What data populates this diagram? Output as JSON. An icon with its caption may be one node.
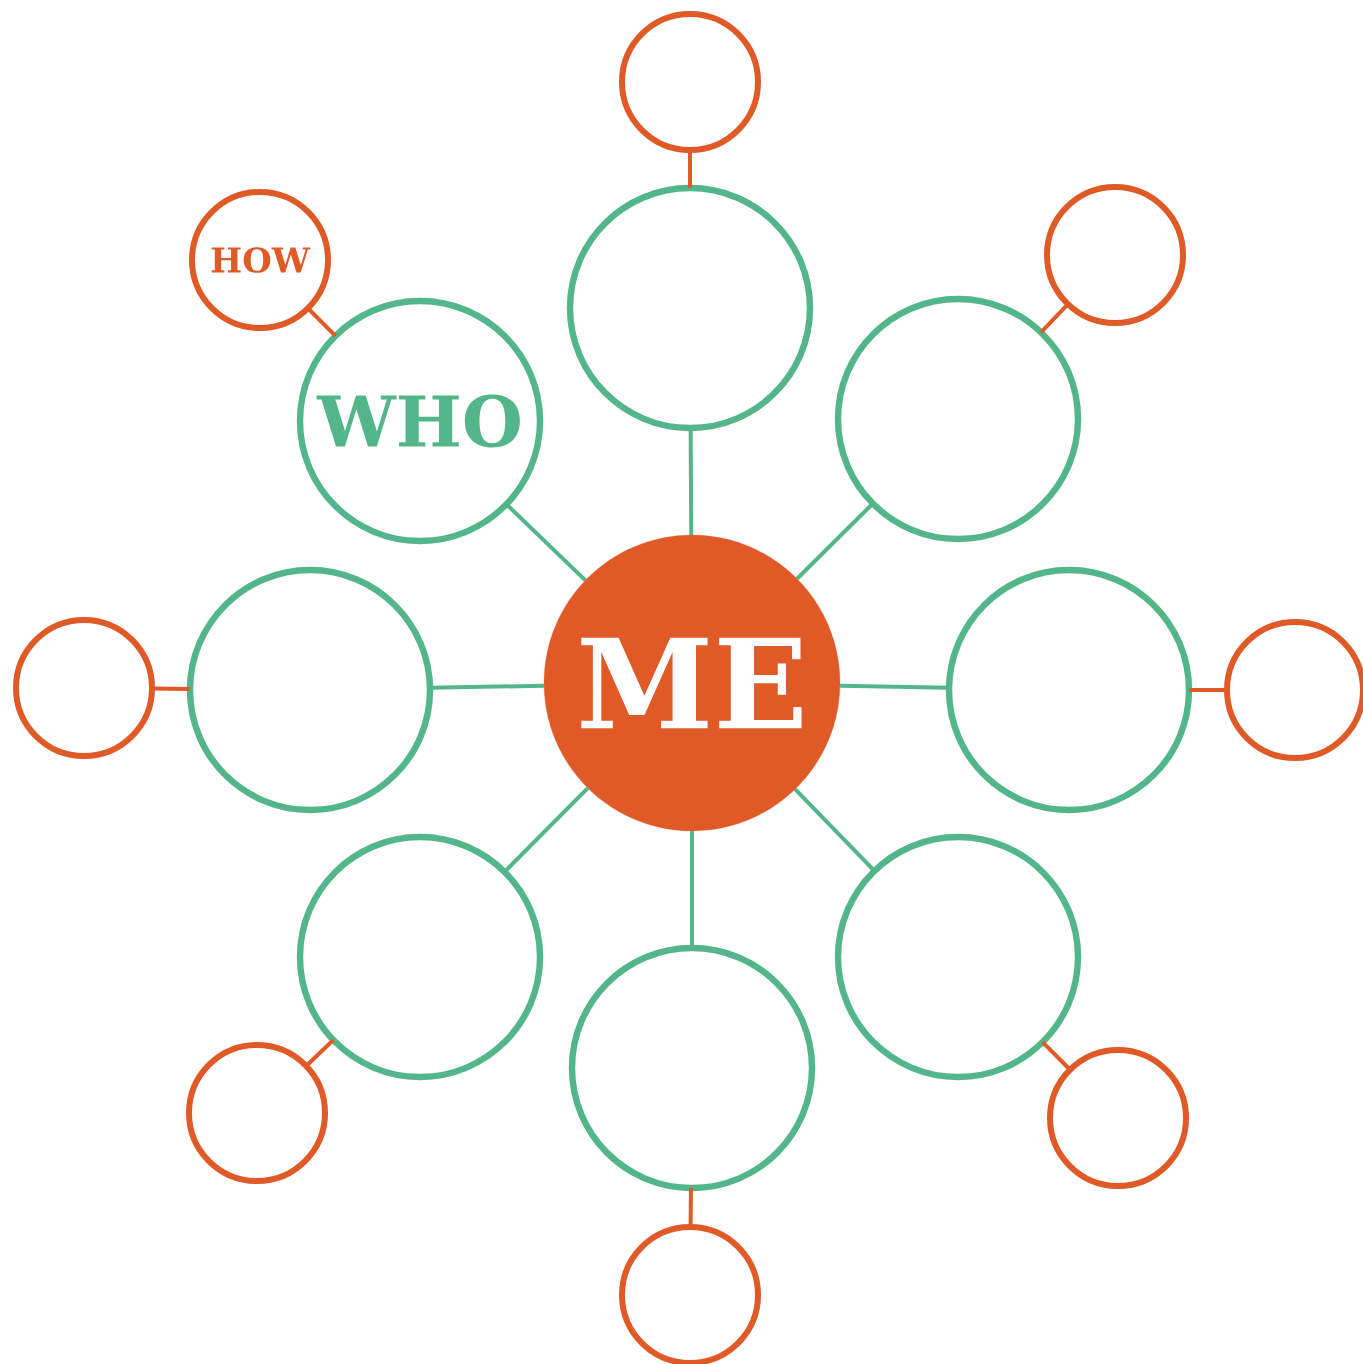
{
  "diagram": {
    "nodes": [
      {
        "text": [],
        "shape": "circle"
      },
      {
        "text": [
          "HOW"
        ]
      },
      {
        "text": [],
        "shape": "circle"
      },
      {
        "text": [],
        "shape": "circle"
      },
      {
        "text": [
          "WHO"
        ]
      },
      {
        "text": [],
        "shape": "circle"
      },
      {
        "text": [],
        "shape": "circle"
      },
      {
        "text": [],
        "shape": "circle"
      },
      {
        "text": [
          "ME"
        ]
      },
      {
        "text": [],
        "shape": "circle"
      },
      {
        "text": [],
        "shape": "circle"
      },
      {
        "text": [],
        "shape": "circle"
      },
      {
        "text": [],
        "shape": "circle"
      },
      {
        "text": [],
        "shape": "circle"
      },
      {
        "text": [],
        "shape": "circle"
      },
      {
        "text": [],
        "shape": "circle"
      },
      {
        "text": [],
        "shape": "circle"
      }
    ],
    "edges": [
      {
        "from": 8,
        "to": 3,
        "arrow": "none",
        "color": "#52b68a"
      },
      {
        "from": 8,
        "to": 5,
        "arrow": "none",
        "color": "#52b68a"
      },
      {
        "from": 8,
        "to": 9,
        "arrow": "none",
        "color": "#52b68a"
      },
      {
        "from": 8,
        "to": 12,
        "arrow": "none",
        "color": "#52b68a"
      },
      {
        "from": 8,
        "to": 13,
        "arrow": "none",
        "color": "#52b68a"
      },
      {
        "from": 8,
        "to": 11,
        "arrow": "none",
        "color": "#52b68a"
      },
      {
        "from": 8,
        "to": 7,
        "arrow": "none",
        "color": "#52b68a"
      },
      {
        "from": 8,
        "to": 4,
        "arrow": "none",
        "color": "#52b68a"
      },
      {
        "from": 3,
        "to": 0,
        "arrow": "none",
        "color": "#e05a27"
      },
      {
        "from": 5,
        "to": 2,
        "arrow": "none",
        "color": "#e05a27"
      },
      {
        "from": 9,
        "to": 10,
        "arrow": "none",
        "color": "#e05a27"
      },
      {
        "from": 12,
        "to": 15,
        "arrow": "none",
        "color": "#e05a27"
      },
      {
        "from": 13,
        "to": 16,
        "arrow": "none",
        "color": "#e05a27"
      },
      {
        "from": 11,
        "to": 14,
        "arrow": "none",
        "color": "#e05a27"
      },
      {
        "from": 7,
        "to": 6,
        "arrow": "none",
        "color": "#e05a27"
      },
      {
        "from": 4,
        "to": 1,
        "arrow": "none",
        "color": "#e05a27"
      }
    ]
  }
}
